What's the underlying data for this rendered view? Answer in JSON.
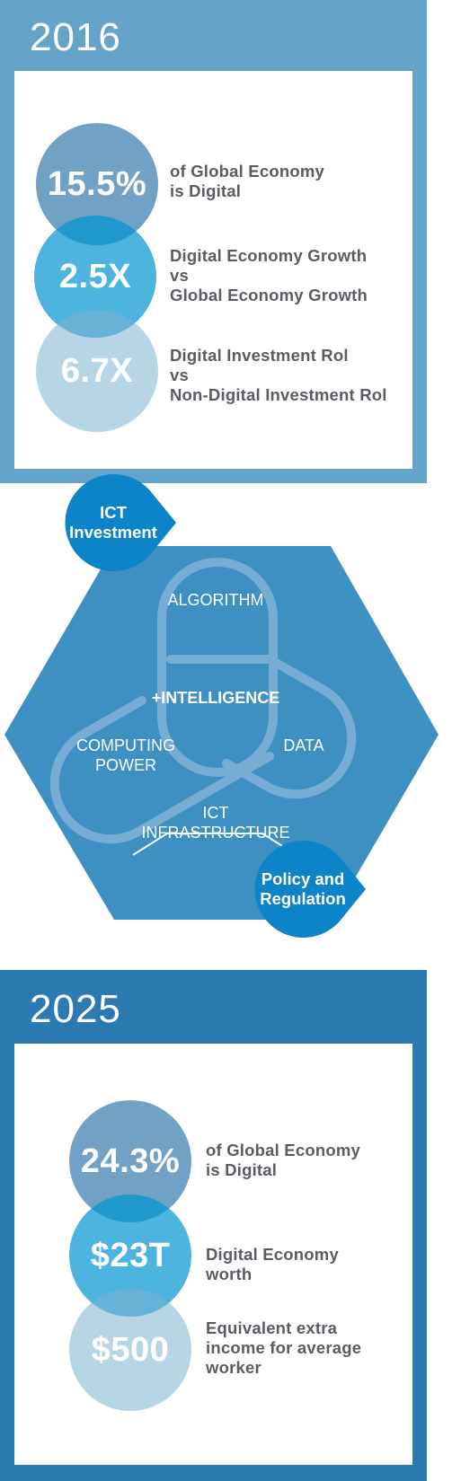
{
  "colors": {
    "top_panel": "#65a4ca",
    "bottom_panel": "#2b7ab2",
    "hexagon": "#3d90c1",
    "bubble": "#0d84c8",
    "text_gray": "#595d63"
  },
  "top": {
    "year": "2016",
    "stats": [
      {
        "value": "15.5%",
        "text": "of Global Economy\nis Digital"
      },
      {
        "value": "2.5X",
        "text": "Digital Economy Growth\nvs\nGlobal Economy Growth"
      },
      {
        "value": "6.7X",
        "text": "Digital Investment Rol\nvs\nNon-Digital Investment Rol"
      }
    ]
  },
  "diagram": {
    "bubble_investment": "ICT\nInvestment",
    "bubble_policy": "Policy and\nRegulation",
    "algorithm": "ALGORITHM",
    "intelligence": "+INTELLIGENCE",
    "computing": "COMPUTING\nPOWER",
    "data": "DATA",
    "infrastructure": "ICT\nINFRASTRUCTURE"
  },
  "bottom": {
    "year": "2025",
    "stats": [
      {
        "value": "24.3%",
        "text": "of Global Economy\nis Digital"
      },
      {
        "value": "$23T",
        "text": "Digital Economy\nworth"
      },
      {
        "value": "$500",
        "text": "Equivalent extra\nincome for average\nworker"
      }
    ]
  }
}
